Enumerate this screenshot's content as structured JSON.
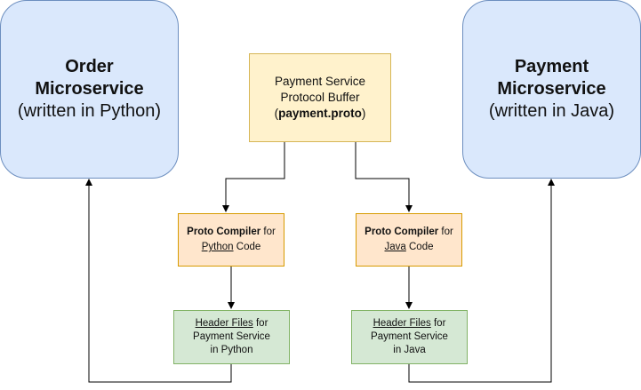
{
  "order_service": {
    "name_line1": "Order",
    "name_line2": "Microservice",
    "lang": "(written in Python)"
  },
  "payment_service": {
    "name_line1": "Payment",
    "name_line2": "Microservice",
    "lang": "(written in Java)"
  },
  "proto_file": {
    "line1": "Payment Service",
    "line2": "Protocol Buffer",
    "file": "payment.proto"
  },
  "python_compiler": {
    "bold": "Proto Compiler",
    "for": " for",
    "lang": "Python",
    "code": " Code"
  },
  "java_compiler": {
    "bold": "Proto Compiler",
    "for": " for",
    "lang": "Java",
    "code": " Code"
  },
  "python_headers": {
    "title": "Header Files",
    "for": " for",
    "line2": "Payment Service",
    "line3": "in Python"
  },
  "java_headers": {
    "title": "Header Files",
    "for": " for",
    "line2": "Payment Service",
    "line3": "in Java"
  },
  "colors": {
    "service_fill": "#dae8fc",
    "proto_fill": "#fff2cc",
    "compiler_fill": "#ffe6cc",
    "header_fill": "#d5e8d4"
  }
}
